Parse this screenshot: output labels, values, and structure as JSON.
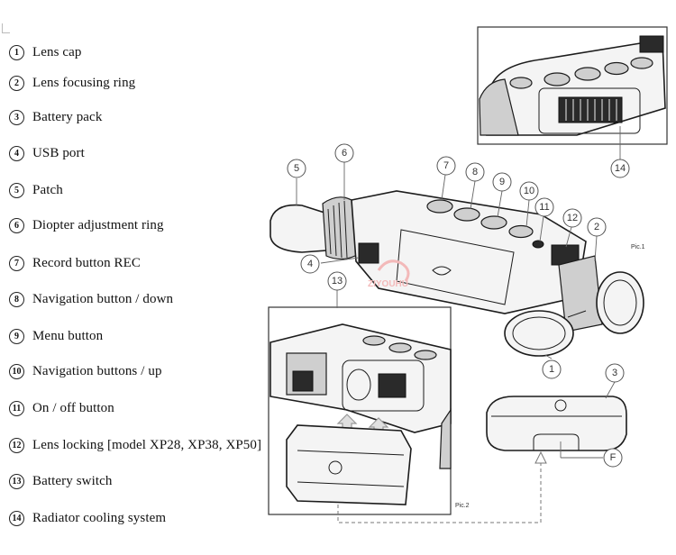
{
  "legend": [
    {
      "num": "1",
      "label": "Lens cap"
    },
    {
      "num": "2",
      "label": "Lens focusing ring"
    },
    {
      "num": "3",
      "label": "Battery pack"
    },
    {
      "num": "4",
      "label": "USB port"
    },
    {
      "num": "5",
      "label": "Patch"
    },
    {
      "num": "6",
      "label": "Diopter adjustment ring"
    },
    {
      "num": "7",
      "label": "Record button REC"
    },
    {
      "num": "8",
      "label": "Navigation button / down"
    },
    {
      "num": "9",
      "label": "Menu button"
    },
    {
      "num": "10",
      "label": "Navigation buttons / up"
    },
    {
      "num": "11",
      "label": "On / off button"
    },
    {
      "num": "12",
      "label": "Lens locking [model XP28, XP38, XP50]"
    },
    {
      "num": "13",
      "label": "Battery switch"
    },
    {
      "num": "14",
      "label": "Radiator cooling system"
    }
  ],
  "callouts": {
    "c1": "1",
    "c2": "2",
    "c3": "3",
    "c4": "4",
    "c5": "5",
    "c6": "6",
    "c7": "7",
    "c8": "8",
    "c9": "9",
    "c10": "10",
    "c11": "11",
    "c12": "12",
    "c13": "13",
    "c14": "14",
    "cF": "F"
  },
  "pic_labels": {
    "pic1": "Pic.1",
    "pic2": "Pic.2"
  },
  "watermark": "ZIYOUHU",
  "colors": {
    "ink": "#1c1c1c",
    "watermark": "#f3b9b9",
    "background": "#ffffff"
  }
}
